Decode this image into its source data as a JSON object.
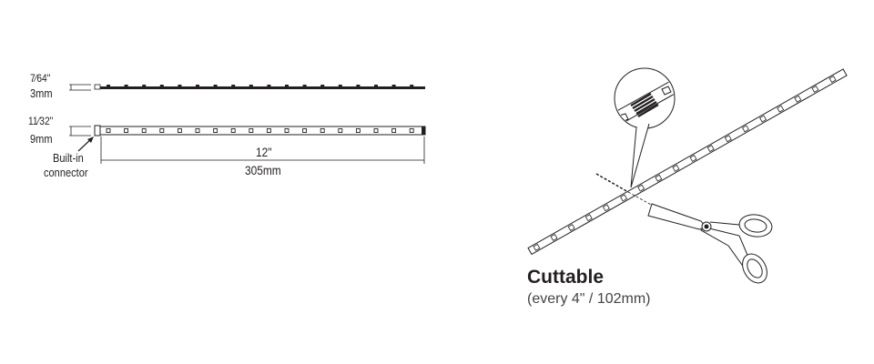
{
  "left": {
    "thin_strip": {
      "height_in": "7⁄64\"",
      "height_mm": "3mm"
    },
    "wide_strip": {
      "height_in": "11⁄32\"",
      "height_mm": "9mm"
    },
    "connector_label_1": "Built-in",
    "connector_label_2": "connector",
    "length_in": "12\"",
    "length_mm": "305mm",
    "led_count": 18
  },
  "right": {
    "title": "Cuttable",
    "subtitle": "(every 4\" / 102mm)"
  },
  "colors": {
    "ink": "#231f20"
  }
}
